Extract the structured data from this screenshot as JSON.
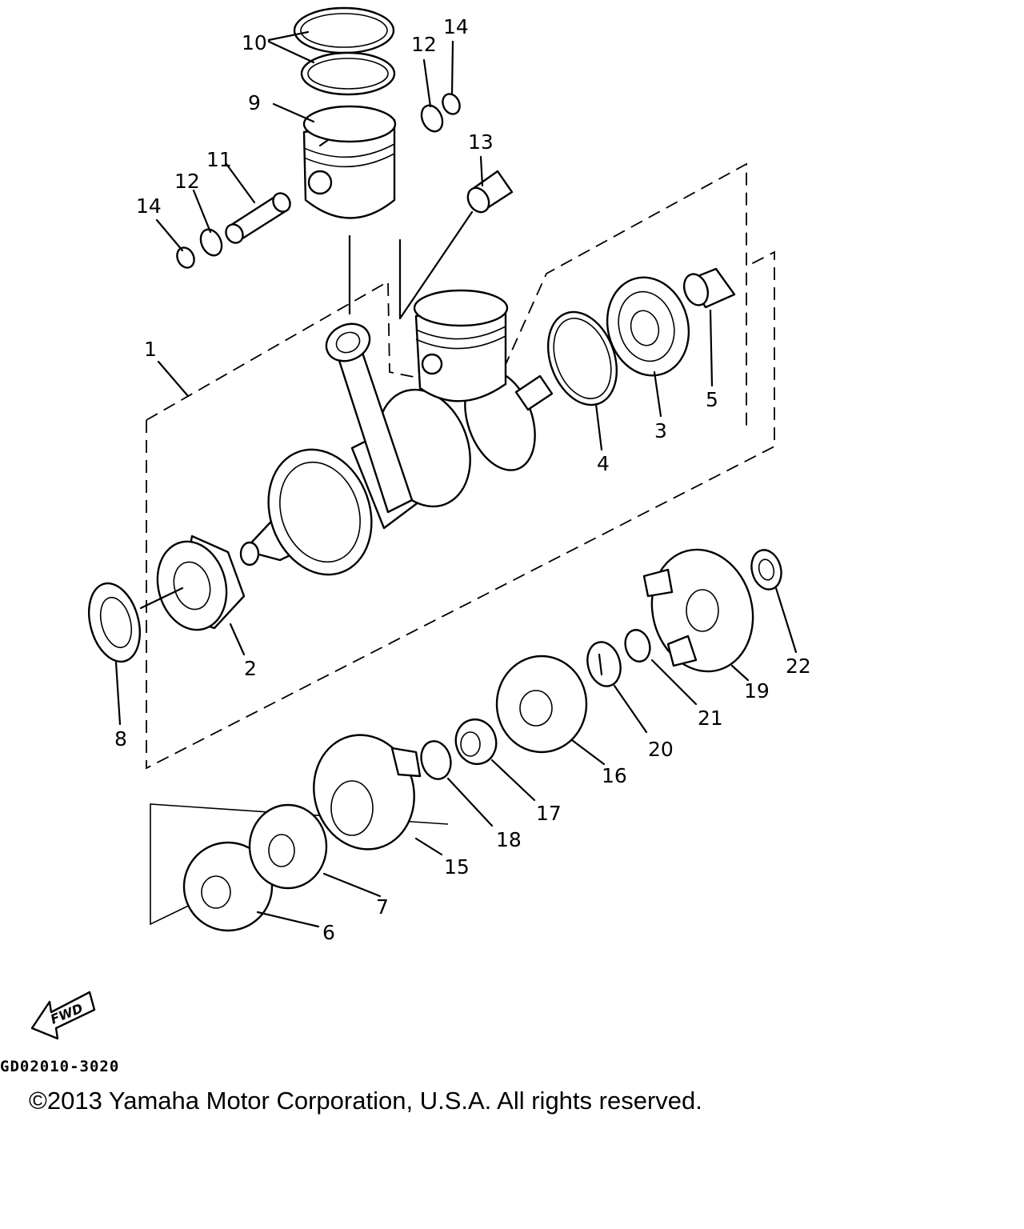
{
  "labels": {
    "p1": "1",
    "p2": "2",
    "p3": "3",
    "p4": "4",
    "p5": "5",
    "p6": "6",
    "p7": "7",
    "p8": "8",
    "p9": "9",
    "p10": "10",
    "p11": "11",
    "p12a": "12",
    "p12b": "12",
    "p13": "13",
    "p14a": "14",
    "p14b": "14",
    "p15": "15",
    "p16": "16",
    "p17": "17",
    "p18": "18",
    "p19": "19",
    "p20": "20",
    "p21": "21",
    "p22": "22"
  },
  "fwd_badge": "FWD",
  "catalog_code": "GD02010-3020",
  "copyright": "©2013 Yamaha Motor Corporation, U.S.A. All rights reserved."
}
